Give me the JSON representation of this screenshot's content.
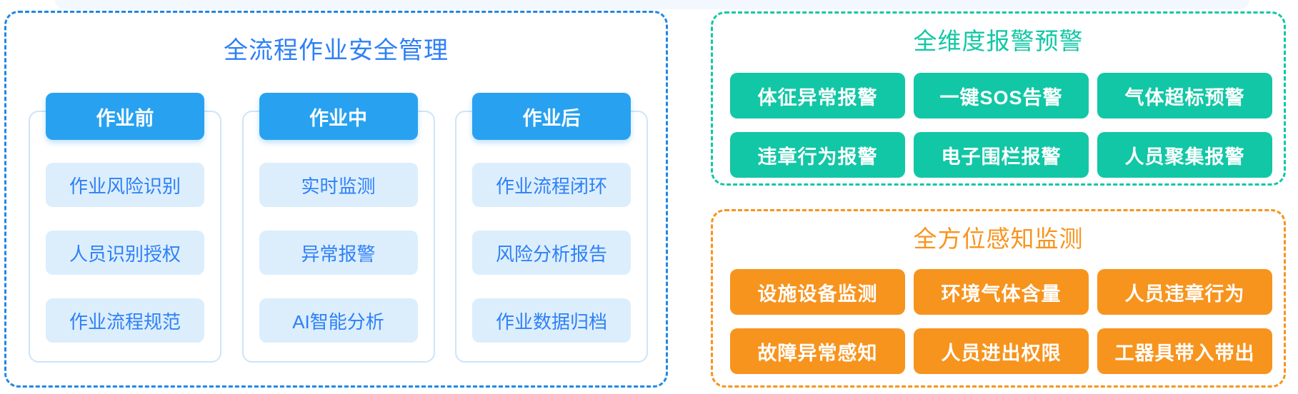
{
  "colors": {
    "blue_border": "#1E88E5",
    "blue_header": "#28A2F0",
    "blue_text": "#2E80F7",
    "item_bg": "#DCEEFC",
    "frame_border": "#CEE4F9",
    "teal": "#12C7A5",
    "orange": "#F7941E",
    "band": "#F2F8FD"
  },
  "workflow": {
    "title": "全流程作业安全管理",
    "columns": [
      {
        "header": "作业前",
        "items": [
          "作业风险识别",
          "人员识别授权",
          "作业流程规范"
        ]
      },
      {
        "header": "作业中",
        "items": [
          "实时监测",
          "异常报警",
          "AI智能分析"
        ]
      },
      {
        "header": "作业后",
        "items": [
          "作业流程闭环",
          "风险分析报告",
          "作业数据归档"
        ]
      }
    ]
  },
  "alerts": {
    "title": "全维度报警预警",
    "buttons": [
      "体征异常报警",
      "一键SOS告警",
      "气体超标预警",
      "违章行为报警",
      "电子围栏报警",
      "人员聚集报警"
    ]
  },
  "sensing": {
    "title": "全方位感知监测",
    "buttons": [
      "设施设备监测",
      "环境气体含量",
      "人员违章行为",
      "故障异常感知",
      "人员进出权限",
      "工器具带入带出"
    ]
  }
}
